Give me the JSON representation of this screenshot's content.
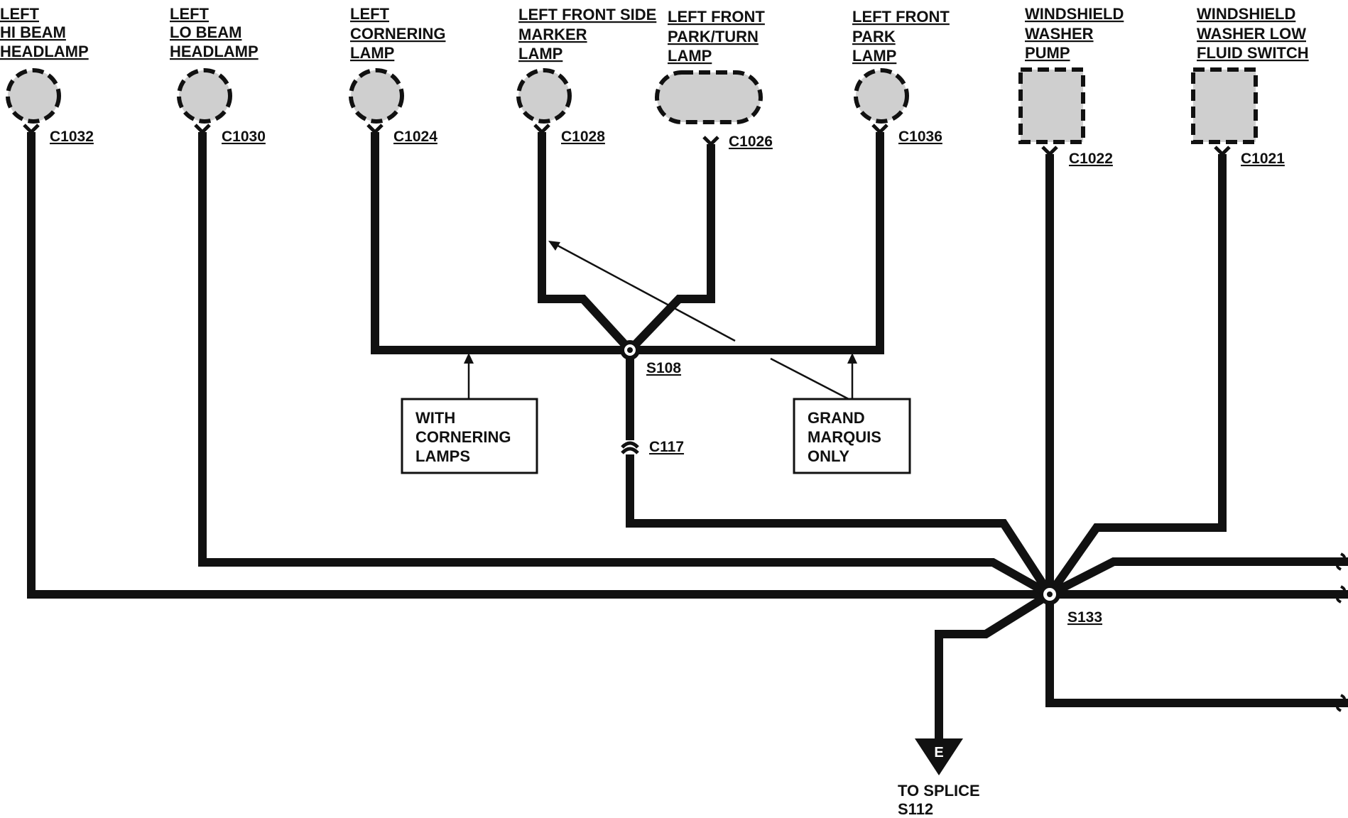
{
  "components": [
    {
      "id": "hi-beam",
      "lines": [
        "LEFT",
        "HI BEAM",
        "HEADLAMP"
      ],
      "connector": "C1032"
    },
    {
      "id": "lo-beam",
      "lines": [
        "LEFT",
        "LO BEAM",
        "HEADLAMP"
      ],
      "connector": "C1030"
    },
    {
      "id": "cornering",
      "lines": [
        "LEFT",
        "CORNERING",
        "LAMP"
      ],
      "connector": "C1024"
    },
    {
      "id": "side-marker",
      "lines": [
        "LEFT FRONT SIDE",
        "MARKER",
        "LAMP"
      ],
      "connector": "C1028"
    },
    {
      "id": "park-turn",
      "lines": [
        "LEFT FRONT",
        "PARK/TURN",
        "LAMP"
      ],
      "connector": "C1026"
    },
    {
      "id": "park",
      "lines": [
        "LEFT FRONT",
        "PARK",
        "LAMP"
      ],
      "connector": "C1036"
    },
    {
      "id": "washer-pump",
      "lines": [
        "WINDSHIELD",
        "WASHER",
        "PUMP"
      ],
      "connector": "C1022"
    },
    {
      "id": "washer-switch",
      "lines": [
        "WINDSHIELD",
        "WASHER LOW",
        "FLUID SWITCH"
      ],
      "connector": "C1021"
    }
  ],
  "splices": {
    "s108": "S108",
    "s133": "S133"
  },
  "inline_connector": "C117",
  "notes": {
    "cornering": [
      "WITH",
      "CORNERING",
      "LAMPS"
    ],
    "grand_marquis": [
      "GRAND",
      "MARQUIS",
      "ONLY"
    ]
  },
  "ground": {
    "letter": "E",
    "lines": [
      "TO SPLICE",
      "S112"
    ]
  }
}
